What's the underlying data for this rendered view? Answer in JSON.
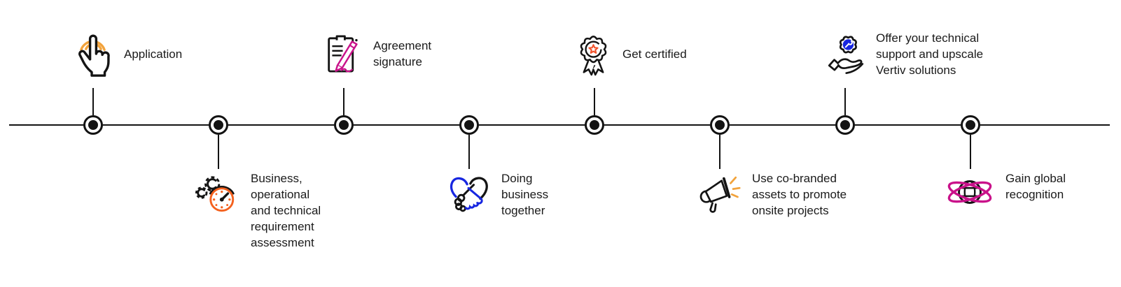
{
  "timeline": {
    "steps": [
      {
        "label": "Application",
        "icon": "tap-icon",
        "side": "top"
      },
      {
        "label": "Business,\noperational\nand technical\nrequirement\nassessment",
        "icon": "gears-gauge-icon",
        "side": "bottom"
      },
      {
        "label": "Agreement\nsignature",
        "icon": "agreement-signature-icon",
        "side": "top"
      },
      {
        "label": "Doing\nbusiness\ntogether",
        "icon": "handshake-icon",
        "side": "bottom"
      },
      {
        "label": "Get certified",
        "icon": "certified-badge-icon",
        "side": "top"
      },
      {
        "label": "Use co-branded\nassets to promote\nonsite projects",
        "icon": "megaphone-icon",
        "side": "bottom"
      },
      {
        "label": "Offer your technical\nsupport and upscale\nVertiv solutions",
        "icon": "hand-gear-icon",
        "side": "top"
      },
      {
        "label": "Gain global\nrecognition",
        "icon": "globe-orbit-icon",
        "side": "bottom"
      }
    ],
    "colors": {
      "line": "#131313",
      "text": "#1a1a1a",
      "amber": "#F2A33C",
      "orange": "#F4611E",
      "red_orange": "#F1522B",
      "magenta": "#C9128A",
      "blue": "#1726E0"
    }
  }
}
